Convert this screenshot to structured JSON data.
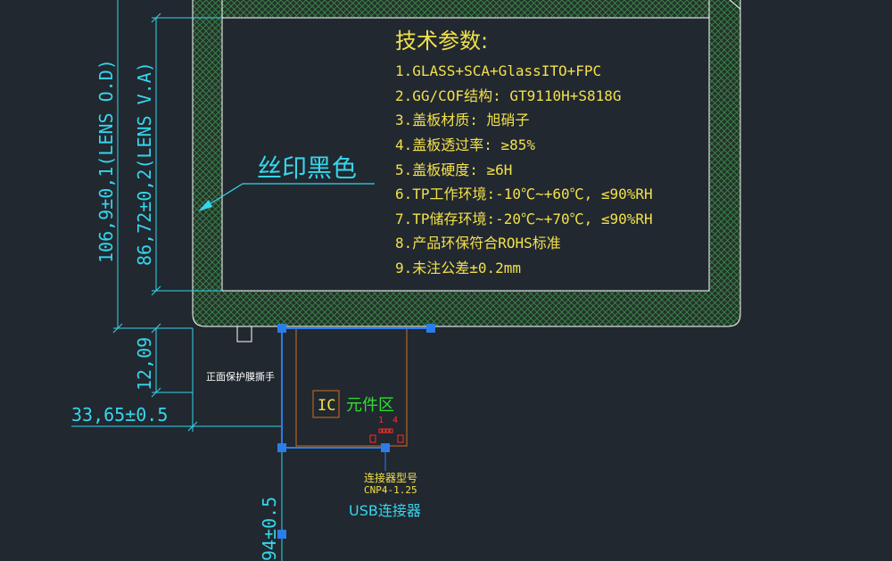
{
  "specs": {
    "title": "技术参数:",
    "items": [
      "1.GLASS+SCA+GlassITO+FPC",
      "2.GG/COF结构: GT9110H+S818G",
      "3.盖板材质: 旭硝子",
      "4.盖板透过率: ≥85%",
      "5.盖板硬度: ≥6H",
      "6.TP工作环境:-10℃~+60℃, ≤90%RH",
      "7.TP储存环境:-20℃~+70℃, ≤90%RH",
      "8.产品环保符合ROHS标准",
      "9.未注公差±0.2mm"
    ]
  },
  "labels": {
    "silkscreen": "丝印黑色",
    "protective_film": "正面保护膜撕手",
    "ic_box": "IC",
    "component_area": "元件区",
    "pin_start": "1",
    "pin_end": "4",
    "connector_model_label": "连接器型号",
    "connector_model": "CNP4-1.25",
    "usb_connector": "USB连接器"
  },
  "dimensions": {
    "lens_od": "106,9±0,1(LENS O.D)",
    "lens_va": "86,72±0,2(LENS V.A)",
    "tail_height": "12,09",
    "tail_offset": "33,65±0.5",
    "bottom_partial": "94±0.5"
  },
  "colors": {
    "background": "#212830",
    "spec_text": "#f2e04a",
    "dimension": "#35d6ec",
    "outline": "#ffffff",
    "hatch": "#3e8a4f",
    "fpc_outline": "#b5651d",
    "component_text": "#2fe02f",
    "selection": "#2b7de9"
  }
}
